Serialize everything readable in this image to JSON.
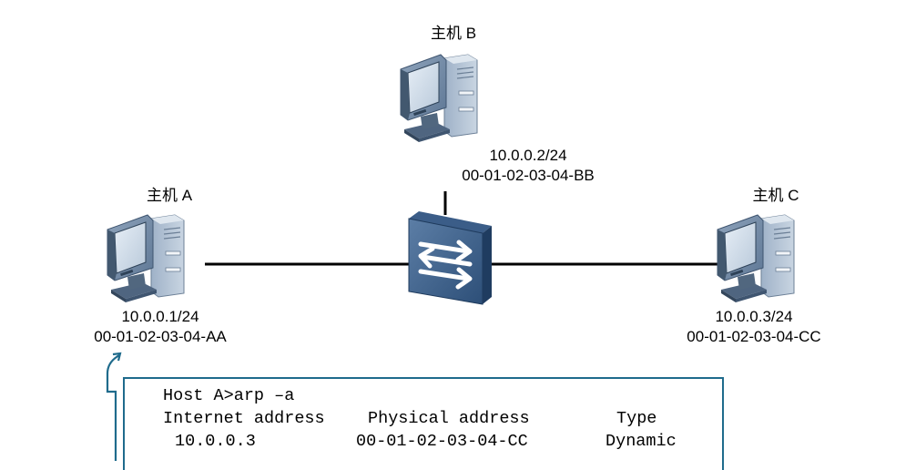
{
  "hosts": {
    "a": {
      "name": "主机 A",
      "ip": "10.0.0.1/24",
      "mac": "00-01-02-03-04-AA"
    },
    "b": {
      "name": "主机 B",
      "ip": "10.0.0.2/24",
      "mac": "00-01-02-03-04-BB"
    },
    "c": {
      "name": "主机 C",
      "ip": "10.0.0.3/24",
      "mac": "00-01-02-03-04-CC"
    }
  },
  "switch": {
    "icon": "switch-icon"
  },
  "terminal": {
    "command": "Host A>arp –a",
    "headers": [
      "Internet address",
      "Physical address",
      "Type"
    ],
    "rows": [
      [
        "10.0.0.3",
        "00-01-02-03-04-CC",
        "Dynamic"
      ]
    ]
  },
  "colors": {
    "accent": "#1f6b8c",
    "link": "#000000"
  }
}
